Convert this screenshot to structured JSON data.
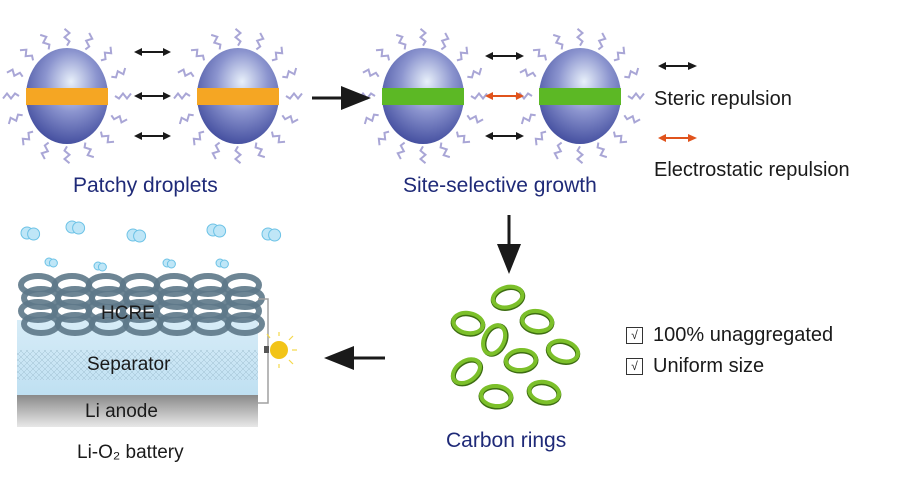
{
  "colors": {
    "droplet": "#4a56a6",
    "patch_initial": "#f5a623",
    "patch_grown": "#5cb825",
    "steric_arrow": "#1a1a1a",
    "electrostatic_arrow": "#e0531c",
    "label_blue": "#1f2a78",
    "ligand": "#a9a6d6",
    "ring": "#7cc02a"
  },
  "stages": {
    "patchy": "Patchy droplets",
    "growth": "Site-selective growth",
    "rings": "Carbon rings"
  },
  "legend": {
    "steric": "Steric repulsion",
    "electrostatic": "Electrostatic repulsion"
  },
  "properties": [
    {
      "check": "√",
      "label": "100% unaggregated"
    },
    {
      "check": "√",
      "label": "Uniform size"
    }
  ],
  "battery": {
    "cathode": "HCRE",
    "separator": "Separator",
    "anode": "Li anode",
    "title": "Li-O₂ battery"
  }
}
